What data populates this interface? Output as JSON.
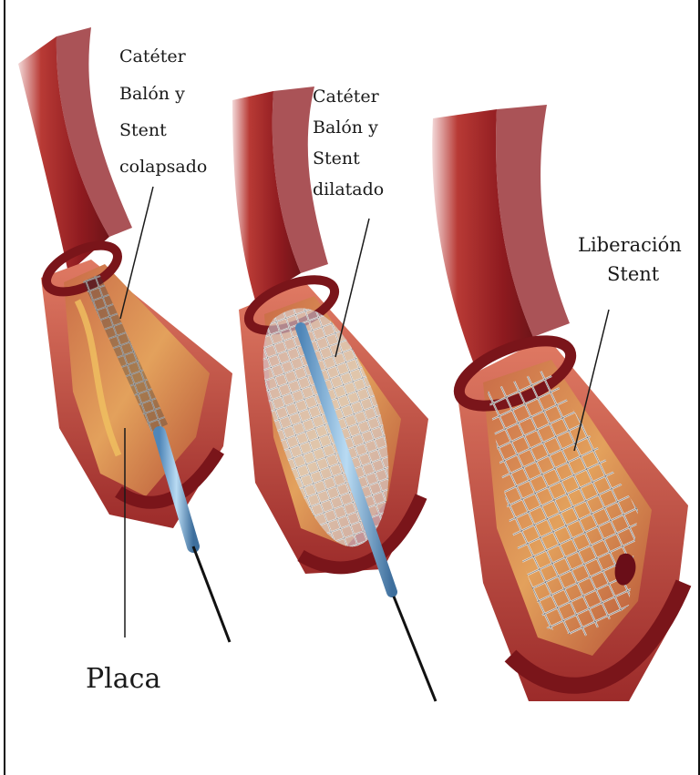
{
  "stage1": {
    "label_lines": [
      "Catéter",
      "Balón y",
      "Stent",
      "colapsado"
    ]
  },
  "stage2": {
    "label_lines": [
      "Catéter",
      "Balón y",
      "Stent",
      "dilatado"
    ]
  },
  "stage3": {
    "label_lines": [
      "Liberación",
      "Stent"
    ]
  },
  "plaque_label": "Placa",
  "colors": {
    "vessel_outer": "#8e1a1f",
    "vessel_mid": "#b83a35",
    "vessel_inner": "#d8775a",
    "plaque": "#e2a04a",
    "catheter": "#7fb3d9",
    "stent": "#e8e8e8",
    "guidewire": "#111111"
  }
}
